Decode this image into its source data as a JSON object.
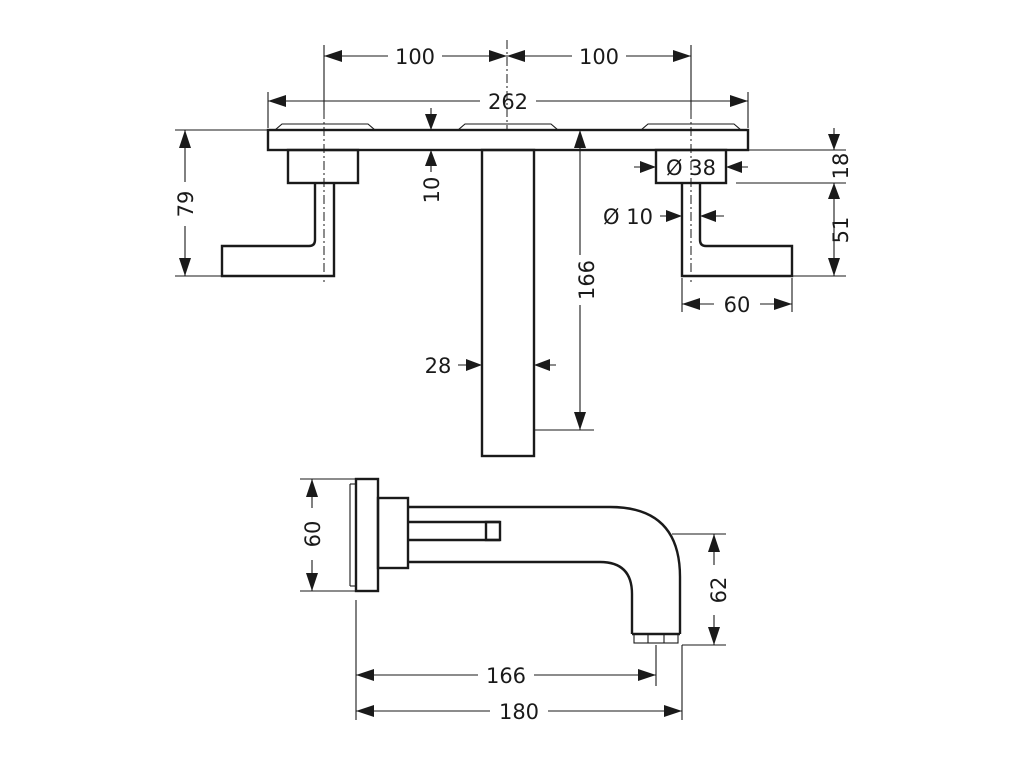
{
  "views": {
    "top": {
      "dim_spacing_left": "100",
      "dim_spacing_right": "100",
      "dim_plate_width": "262",
      "dim_plate_thickness": "10",
      "dim_handle_height": "79",
      "dim_spout_length": "166",
      "dim_spout_width": "28",
      "dim_rosette_diameter": "Ø 38",
      "dim_stem_diameter": "Ø 10",
      "dim_rosette_height": "18",
      "dim_lever_height": "51",
      "dim_lever_length": "60"
    },
    "side": {
      "dim_plate_height": "60",
      "dim_spout_drop": "62",
      "dim_spout_reach": "166",
      "dim_total_depth": "180"
    }
  },
  "colors": {
    "line": "#1a1a1a",
    "background": "#ffffff"
  }
}
